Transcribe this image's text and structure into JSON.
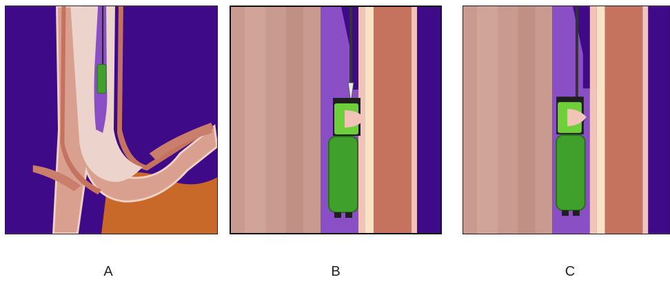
{
  "panels": [
    {
      "label": "A"
    },
    {
      "label": "B"
    },
    {
      "label": "C"
    }
  ],
  "colors": {
    "background": "#3f0a87",
    "mucosa": "#e8c7bd",
    "muscle": "#c5735f",
    "device_shell": "#8a4fc4",
    "capsule": "#3fa12b",
    "stomach": "#c8692a"
  }
}
